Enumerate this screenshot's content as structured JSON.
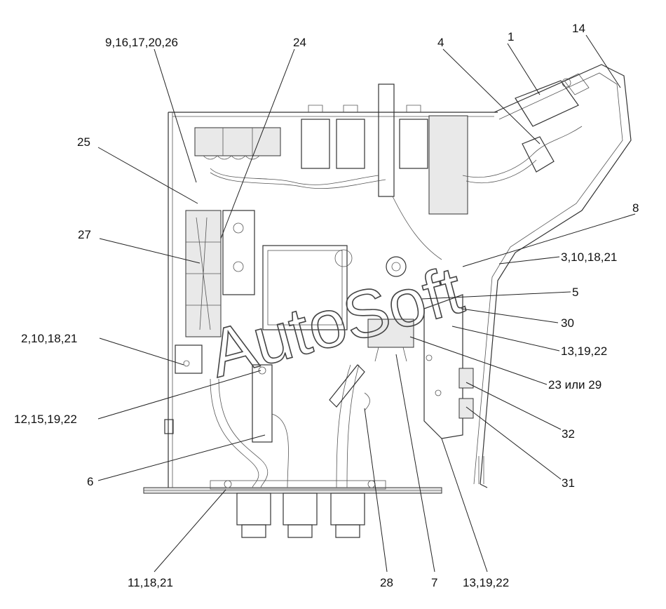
{
  "watermark": "AutoSoft",
  "callouts": {
    "c_9_16": "9,16,17,20,26",
    "c_24": "24",
    "c_4": "4",
    "c_1": "1",
    "c_14": "14",
    "c_25": "25",
    "c_8": "8",
    "c_27": "27",
    "c_3_10": "3,10,18,21",
    "c_5": "5",
    "c_30": "30",
    "c_2_10": "2,10,18,21",
    "c_13_19_a": "13,19,22",
    "c_23_29": "23 или 29",
    "c_12_15": "12,15,19,22",
    "c_32": "32",
    "c_6": "6",
    "c_31": "31",
    "c_11_18": "11,18,21",
    "c_28": "28",
    "c_7": "7",
    "c_13_19_b": "13,19,22"
  }
}
